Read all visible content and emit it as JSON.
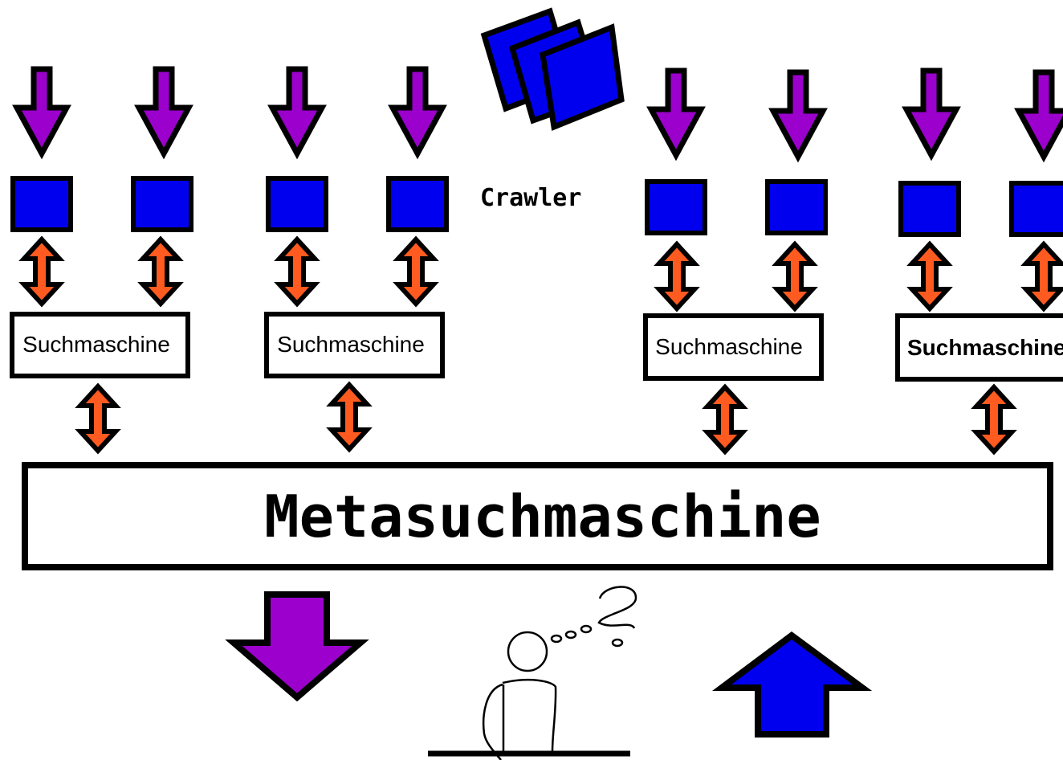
{
  "diagram": {
    "crawler_label": "Crawler",
    "meta_label": "Metasuchmaschine",
    "engines": [
      {
        "label": "Suchmaschine"
      },
      {
        "label": "Suchmaschine"
      },
      {
        "label": "Suchmaschine"
      },
      {
        "label": "Suchmaschine"
      }
    ]
  },
  "colors": {
    "purple_arrow": "#9b00cc",
    "blue_node": "#0000ee",
    "orange_arrow": "#ff5a1f",
    "outline": "#000000",
    "background": "#ffffff"
  },
  "icons": [
    "down-arrow-icon",
    "double-arrow-icon",
    "crawler-pages-icon",
    "thinking-user-icon",
    "up-arrow-icon"
  ]
}
